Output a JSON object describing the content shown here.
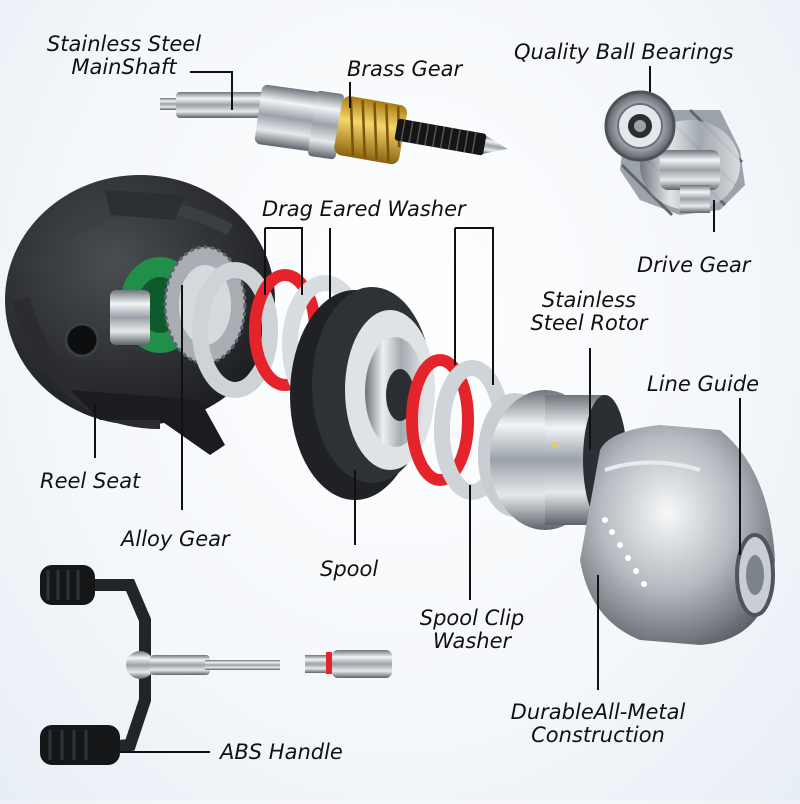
{
  "labels": {
    "mainshaft_line1": "Stainless Steel",
    "mainshaft_line2": "MainShaft",
    "brass_gear": "Brass Gear",
    "ball_bearings": "Quality Ball Bearings",
    "drag_washer": "Drag Eared Washer",
    "drive_gear": "Drive Gear",
    "rotor_line1": "Stainless",
    "rotor_line2": "Steel Rotor",
    "line_guide": "Line Guide",
    "reel_seat": "Reel Seat",
    "alloy_gear": "Alloy Gear",
    "spool": "Spool",
    "clip_line1": "Spool Clip",
    "clip_line2": "Washer",
    "construction_line1": "DurableAll-Metal",
    "construction_line2": "Construction",
    "abs_handle": "ABS Handle"
  },
  "colors": {
    "drag_washer_red": "#e4242a",
    "brass": "#d9a92c",
    "steel": "#b9bec4",
    "body_black": "#1d1f22",
    "green_gear": "#1f8f4a"
  },
  "icons": [
    "reel-body",
    "main-shaft",
    "brass-gear",
    "ball-bearing",
    "drive-gear",
    "drag-washer",
    "spool",
    "clip-washer",
    "rotor",
    "line-guide",
    "abs-handle"
  ]
}
